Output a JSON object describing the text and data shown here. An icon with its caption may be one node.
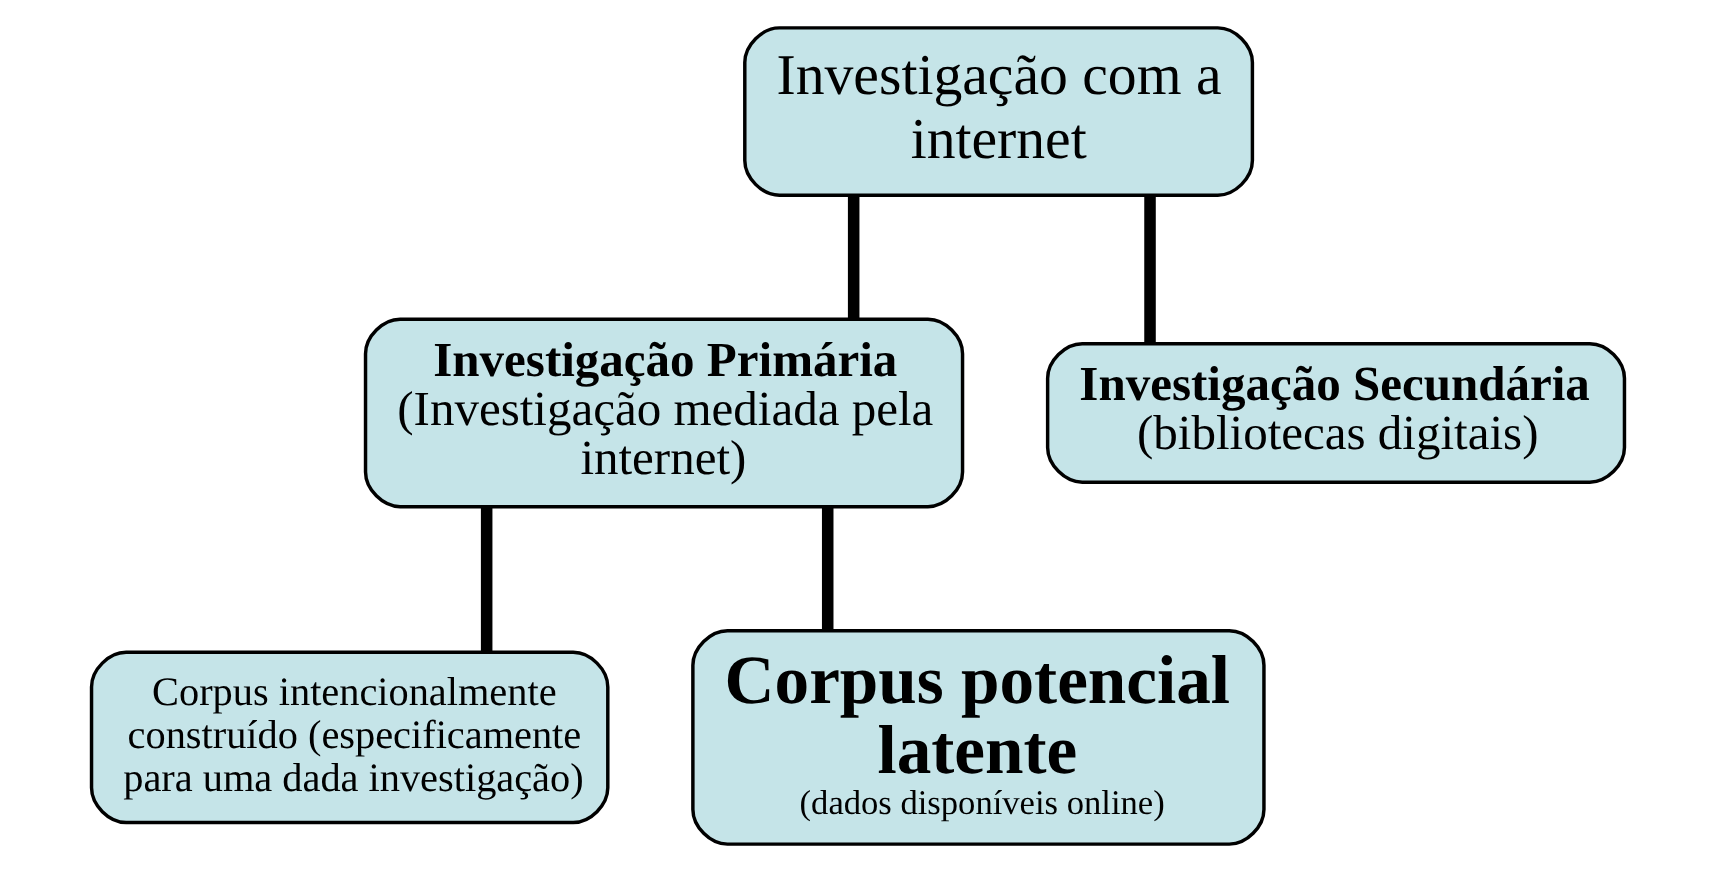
{
  "diagram": {
    "nodes": [
      {
        "text": [
          "Investigação com a internet"
        ]
      },
      {
        "text": [
          "Investigação Primária",
          "(Investigação mediada pela internet)"
        ]
      },
      {
        "text": [
          "Investigação Secundária",
          "(bibliotecas digitais)"
        ]
      },
      {
        "text": [
          "Corpus intencionalmente construído (especificamente para uma dada investigação)"
        ]
      },
      {
        "text": [
          "Corpus potencial latente",
          "(dados disponíveis online)"
        ]
      }
    ],
    "edges": [
      {
        "from": 0,
        "to": 1,
        "arrow": "none"
      },
      {
        "from": 0,
        "to": 2,
        "arrow": "none"
      },
      {
        "from": 1,
        "to": 3,
        "arrow": "none"
      },
      {
        "from": 1,
        "to": 4,
        "arrow": "none"
      }
    ]
  }
}
